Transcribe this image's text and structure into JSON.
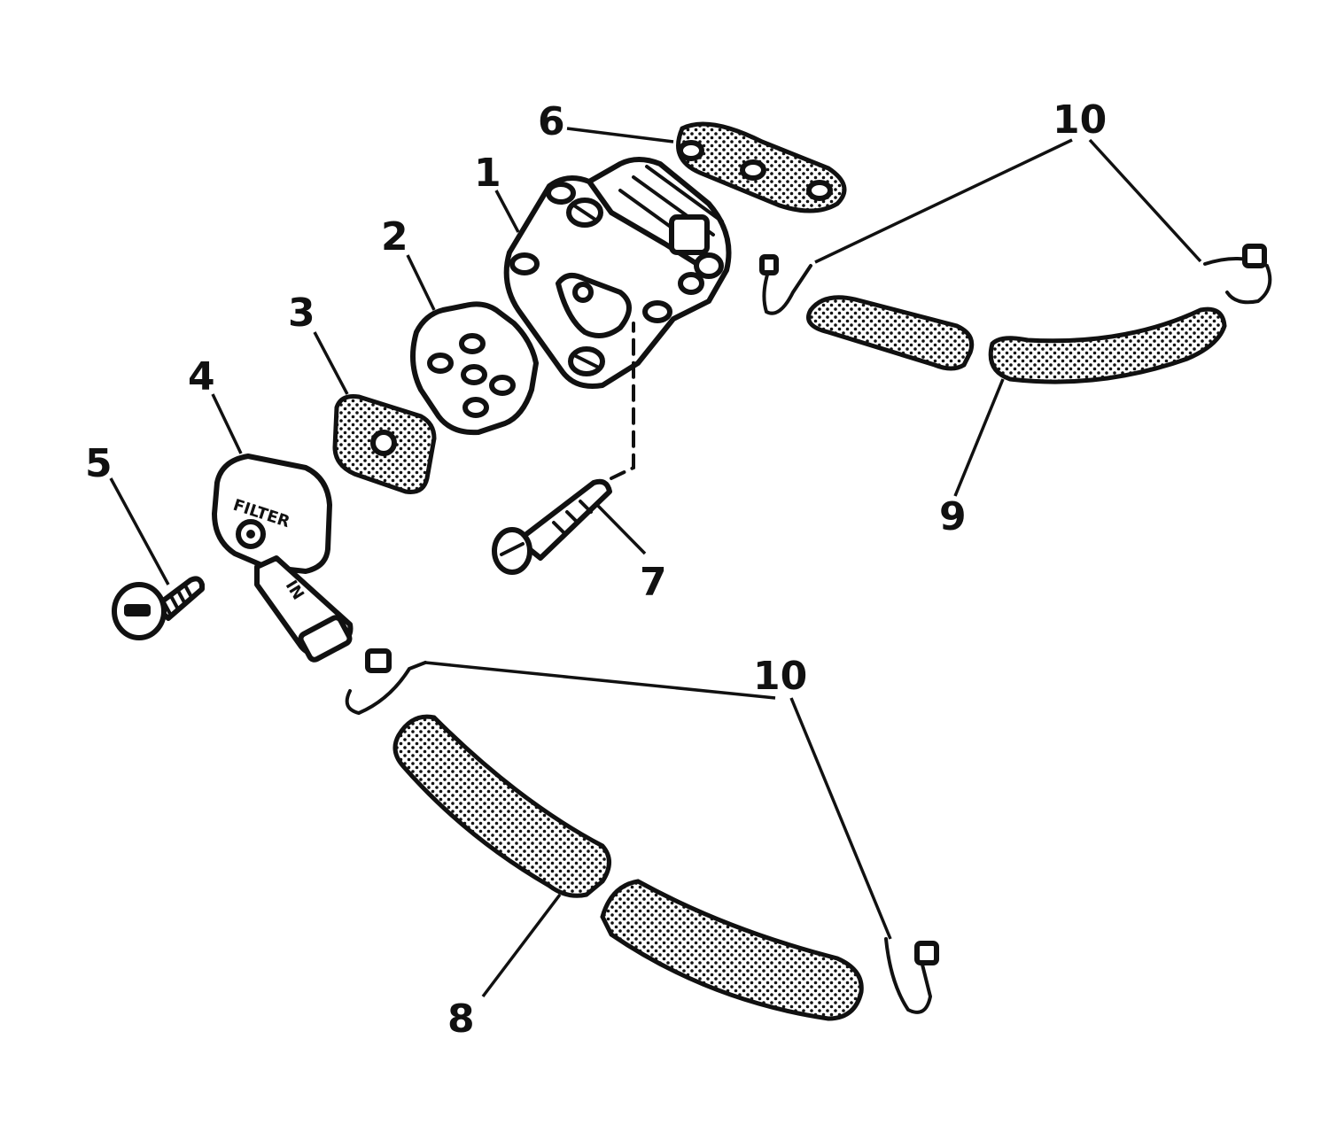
{
  "colors": {
    "ink": "#111111",
    "paper": "#ffffff"
  },
  "parts": {
    "p1": {
      "label": "1"
    },
    "p2": {
      "label": "2"
    },
    "p3": {
      "label": "3"
    },
    "p4": {
      "label": "4",
      "stamp": "FILTER",
      "stamp_in": "IN"
    },
    "p5": {
      "label": "5"
    },
    "p6": {
      "label": "6"
    },
    "p7": {
      "label": "7"
    },
    "p8": {
      "label": "8"
    },
    "p9": {
      "label": "9"
    },
    "p10_top": {
      "label": "10"
    },
    "p10_bottom": {
      "label": "10"
    }
  }
}
